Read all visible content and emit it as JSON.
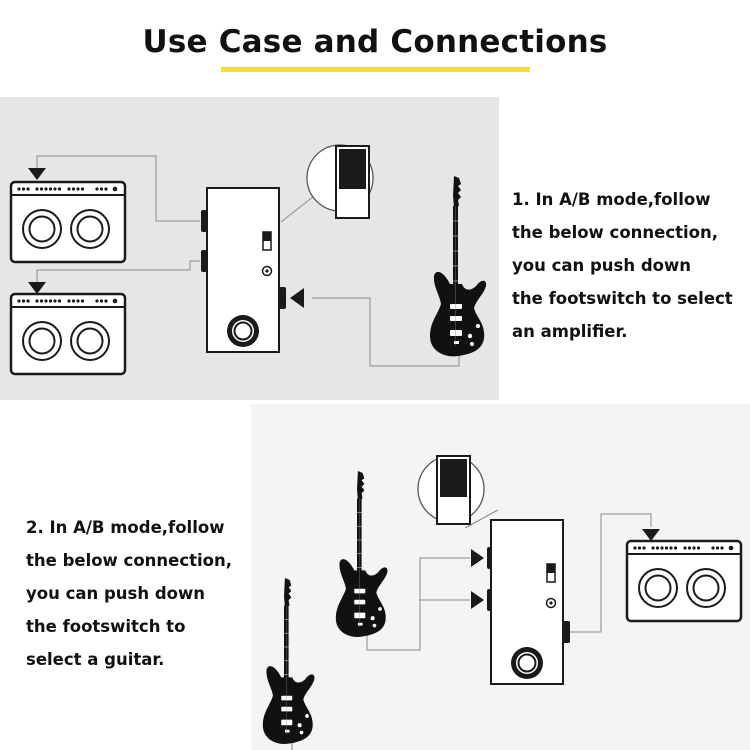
{
  "header": {
    "title": "Use Case and Connections",
    "accent_color": "#f5e21a"
  },
  "section_1": {
    "lines": [
      "1.  In A/B mode,follow",
      "the below connection,",
      "you can push down",
      "the footswitch to select",
      "an amplifier."
    ],
    "background": "#e6e6e6"
  },
  "section_2": {
    "lines": [
      "2. In A/B mode,follow",
      "the below connection,",
      "you can push down",
      "the footswitch to",
      "select a guitar."
    ],
    "background": "#f4f4f4"
  },
  "icons": [
    "amplifier-icon",
    "pedal-icon",
    "guitar-icon",
    "toggle-switch-icon",
    "signal-arrow-icon"
  ]
}
